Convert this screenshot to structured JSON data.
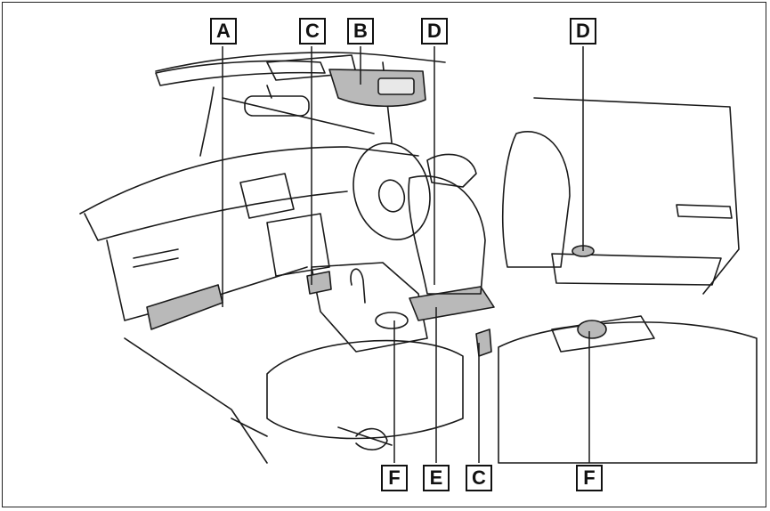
{
  "callouts": {
    "top": [
      "A",
      "C",
      "B",
      "D",
      "D"
    ],
    "bottom": [
      "F",
      "E",
      "C",
      "F"
    ]
  },
  "colors": {
    "highlight": "#b9b9b9",
    "line": "#1a1a1a",
    "frame": "#222222"
  }
}
